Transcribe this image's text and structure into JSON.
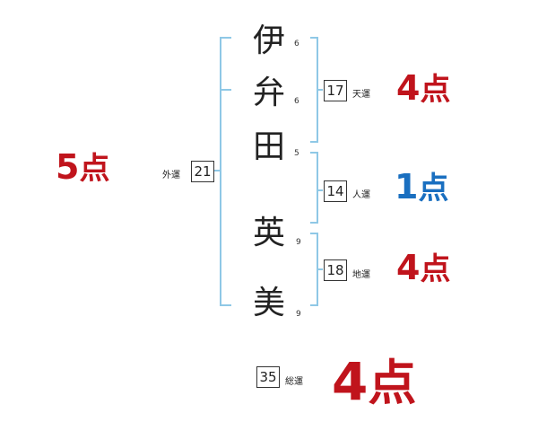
{
  "name_chars": [
    {
      "char": "伊",
      "strokes": "6"
    },
    {
      "char": "弁",
      "strokes": "6"
    },
    {
      "char": "田",
      "strokes": "5"
    },
    {
      "char": "英",
      "strokes": "9"
    },
    {
      "char": "美",
      "strokes": "9"
    }
  ],
  "gaiun": {
    "label": "外運",
    "value": "21",
    "score": "5",
    "unit": "点"
  },
  "tenun": {
    "label": "天運",
    "value": "17",
    "score": "4",
    "unit": "点"
  },
  "jinun": {
    "label": "人運",
    "value": "14",
    "score": "1",
    "unit": "点"
  },
  "chiun": {
    "label": "地運",
    "value": "18",
    "score": "4",
    "unit": "点"
  },
  "souun": {
    "label": "総運",
    "value": "35",
    "score": "4",
    "unit": "点"
  },
  "colors": {
    "bracket": "#8fc8e6",
    "red": "#c0141c",
    "blue": "#1a6fc0"
  }
}
